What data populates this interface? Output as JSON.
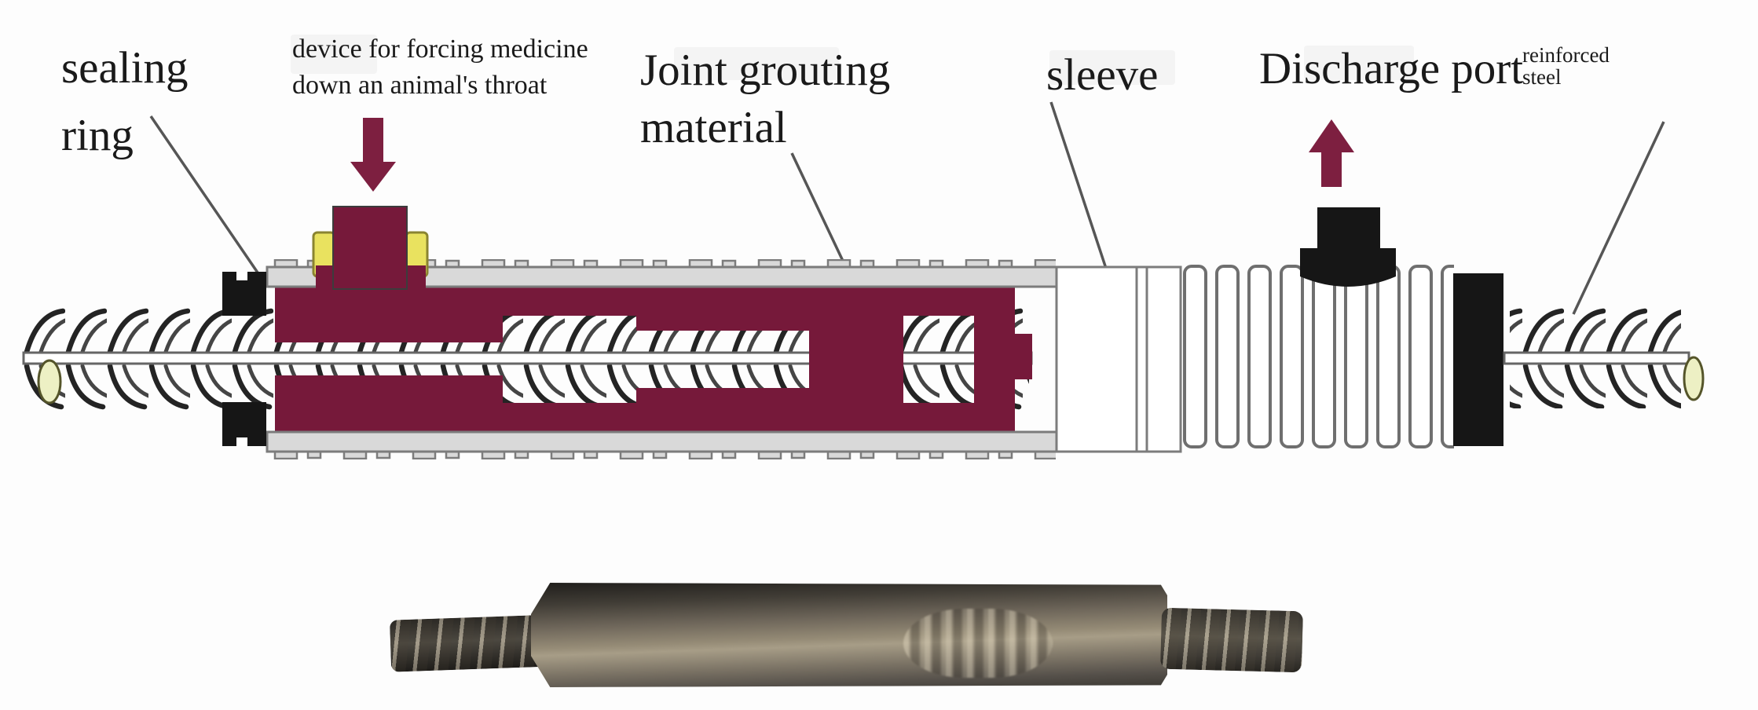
{
  "figure": {
    "labels": {
      "sealing_ring": {
        "line1": "sealing",
        "line2": "ring"
      },
      "grout_inlet": {
        "line1": "device for forcing medicine",
        "line2": "down an animal's throat"
      },
      "grout_material": {
        "line1": "Joint grouting",
        "line2": "material"
      },
      "sleeve": {
        "text": "sleeve"
      },
      "discharge_port": {
        "text": "Discharge port"
      },
      "reinforced_steel": {
        "line1": "reinforced",
        "line2": "steel"
      }
    },
    "colors": {
      "maroon": "#76193a",
      "arrow_maroon": "#7d1f40",
      "yellow": "#e9e25f",
      "shell_gray": "#d9d9d9",
      "outline_gray": "#7c7c7c",
      "ink_black": "#161616",
      "rebar_tip_yellow": "#edf0c4",
      "rib_dark": "#242424"
    }
  }
}
